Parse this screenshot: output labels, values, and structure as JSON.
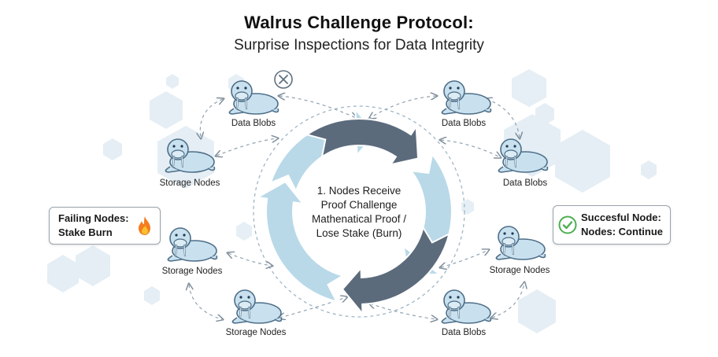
{
  "header": {
    "title": "Walrus Challenge Protocol:",
    "subtitle": "Surprise Inspections for Data Integrity"
  },
  "nodes": [
    {
      "id": "top-left",
      "label": "Data Blobs"
    },
    {
      "id": "top-right",
      "label": "Data Blobs"
    },
    {
      "id": "mid-left",
      "label": "Storage Nodes"
    },
    {
      "id": "mid-right",
      "label": "Data Blobs"
    },
    {
      "id": "lower-left",
      "label": "Storage Nodes"
    },
    {
      "id": "lower-right",
      "label": "Storage Nodes"
    },
    {
      "id": "bottom-left",
      "label": "Storage Nodes"
    },
    {
      "id": "bottom-right",
      "label": "Data Blobs"
    }
  ],
  "center": {
    "lines": [
      "1. Nodes Receive",
      "Proof Challenge",
      "Mathenatical Proof /",
      "Lose Stake (Burn)"
    ]
  },
  "callouts": {
    "failing": {
      "line1": "Failing Nodes:",
      "line2": "Stake Burn",
      "icon": "fire-icon"
    },
    "success": {
      "line1": "Succesful Node:",
      "line2": "Nodes: Continue",
      "icon": "check-circle-icon"
    }
  },
  "colors": {
    "arrow_dark": "#5b6b7c",
    "arrow_light": "#b9d9e8",
    "walrus_fill": "#c9e1ef",
    "walrus_stroke": "#4d6e88",
    "hexagon": "#dde9f1",
    "success_green": "#4caf50",
    "fire_orange": "#f57c1f"
  }
}
